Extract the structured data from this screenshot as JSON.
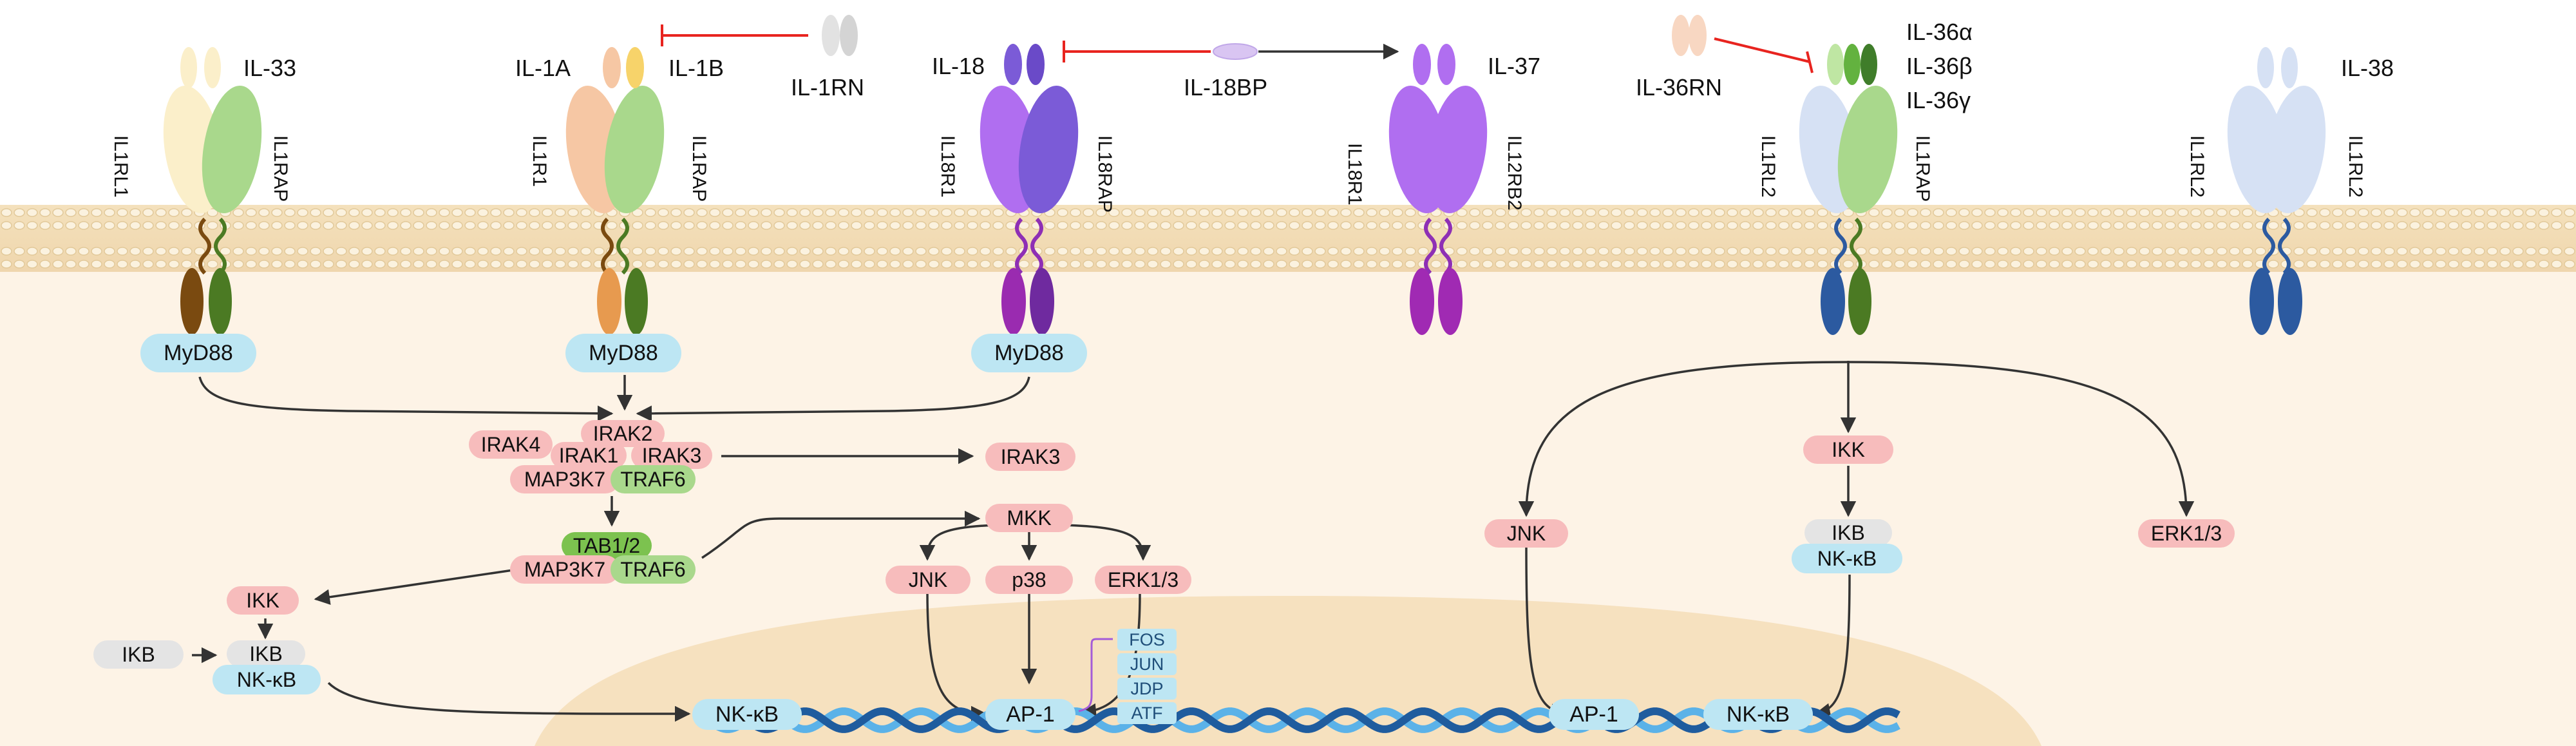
{
  "ligands": {
    "il33": "IL-33",
    "il1a": "IL-1A",
    "il1b": "IL-1B",
    "il1rn": "IL-1RN",
    "il18": "IL-18",
    "il18bp": "IL-18BP",
    "il37": "IL-37",
    "il36rn": "IL-36RN",
    "il36a": "IL-36α",
    "il36b": "IL-36β",
    "il36g": "IL-36γ",
    "il38": "IL-38"
  },
  "receptors": {
    "r1_left": "IL1RL1",
    "r1_right": "IL1RAP",
    "r2_left": "IL1R1",
    "r2_right": "IL1RAP",
    "r3_left": "IL18R1",
    "r3_right": "IL18RAP",
    "r4_left": "IL18R1",
    "r4_right": "IL12RB2",
    "r5_left": "IL1RL2",
    "r5_right": "IL1RAP",
    "r6_left": "IL1RL2",
    "r6_right": "IL1RL2"
  },
  "adaptors": {
    "myd88_1": "MyD88",
    "myd88_2": "MyD88",
    "myd88_3": "MyD88"
  },
  "complex1": {
    "irak4": "IRAK4",
    "irak2": "IRAK2",
    "irak1": "IRAK1",
    "irak3": "IRAK3",
    "map3k7": "MAP3K7",
    "traf6": "TRAF6",
    "irak3_out": "IRAK3"
  },
  "complex2": {
    "tab12": "TAB1/2",
    "map3k7": "MAP3K7",
    "traf6": "TRAF6"
  },
  "left_branch": {
    "ikk": "IKK",
    "ikb_free": "IKB",
    "ikb": "IKB",
    "nfkb": "NK-κB"
  },
  "mapk_branch": {
    "mkk": "MKK",
    "jnk": "JNK",
    "p38": "p38",
    "erk": "ERK1/3"
  },
  "ap1_components": {
    "fos": "FOS",
    "jun": "JUN",
    "jdp": "JDP",
    "atf": "ATF"
  },
  "right_branch": {
    "jnk": "JNK",
    "ikk": "IKK",
    "ikb": "IKB",
    "nfkb": "NK-κB",
    "erk": "ERK1/3"
  },
  "nucleus_tf": {
    "nfkb_left": "NK-κB",
    "ap1_left": "AP-1",
    "ap1_right": "AP-1",
    "nfkb_right": "NK-κB"
  },
  "colors": {
    "membrane": "#f3dfbb",
    "cytoplasm": "#fdf3e6",
    "nucleus": "#f6e1bf",
    "myd88": "#bde6f3",
    "pink_node": "#f7bcbc",
    "green_node": "#a9d88c",
    "gray_node": "#e4e4e4",
    "inhibit": "#e8241f",
    "dna_dark": "#1f5c9e",
    "dna_light": "#5bb2e8"
  }
}
